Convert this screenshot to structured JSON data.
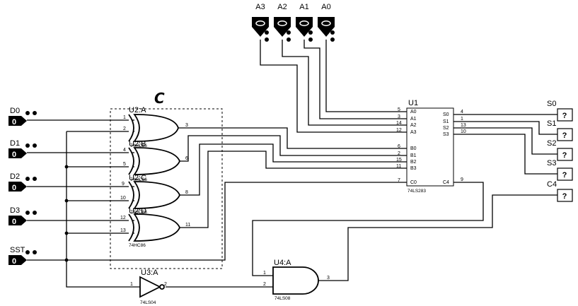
{
  "annotation": "C",
  "top_inputs": [
    {
      "label": "A3",
      "value": ""
    },
    {
      "label": "A2",
      "value": ""
    },
    {
      "label": "A1",
      "value": ""
    },
    {
      "label": "A0",
      "value": ""
    }
  ],
  "left_inputs": [
    {
      "label": "D0",
      "value": "0"
    },
    {
      "label": "D1",
      "value": "0"
    },
    {
      "label": "D2",
      "value": "0"
    },
    {
      "label": "D3",
      "value": "0"
    },
    {
      "label": "SST",
      "value": "0"
    }
  ],
  "xor_gates": [
    {
      "ref": "U2:A",
      "type": "74HC86",
      "in1": "1",
      "in2": "2",
      "out": "3"
    },
    {
      "ref": "U2:B",
      "type": "74HC86",
      "in1": "4",
      "in2": "5",
      "out": "6"
    },
    {
      "ref": "U2:C",
      "type": "74HC86",
      "in1": "9",
      "in2": "10",
      "out": "8"
    },
    {
      "ref": "U2:D",
      "type": "74HC86",
      "in1": "12",
      "in2": "13",
      "out": "11"
    }
  ],
  "adder": {
    "ref": "U1",
    "type": "74LS283",
    "left_pins": [
      {
        "num": "5",
        "name": "A0"
      },
      {
        "num": "3",
        "name": "A1"
      },
      {
        "num": "14",
        "name": "A2"
      },
      {
        "num": "12",
        "name": "A3"
      },
      {
        "num": "6",
        "name": "B0"
      },
      {
        "num": "2",
        "name": "B1"
      },
      {
        "num": "15",
        "name": "B2"
      },
      {
        "num": "11",
        "name": "B3"
      },
      {
        "num": "7",
        "name": "C0"
      }
    ],
    "right_pins": [
      {
        "num": "4",
        "name": "S0"
      },
      {
        "num": "1",
        "name": "S1"
      },
      {
        "num": "13",
        "name": "S2"
      },
      {
        "num": "10",
        "name": "S3"
      },
      {
        "num": "9",
        "name": "C4"
      }
    ]
  },
  "inverter": {
    "ref": "U3:A",
    "type": "74LS04",
    "in": "1",
    "out": "2"
  },
  "and_gate": {
    "ref": "U4:A",
    "type": "74LS08",
    "in1": "1",
    "in2": "2",
    "out": "3"
  },
  "outputs": [
    {
      "label": "S0",
      "value": "?"
    },
    {
      "label": "S1",
      "value": "?"
    },
    {
      "label": "S2",
      "value": "?"
    },
    {
      "label": "S3",
      "value": "?"
    },
    {
      "label": "C4",
      "value": "?"
    }
  ]
}
